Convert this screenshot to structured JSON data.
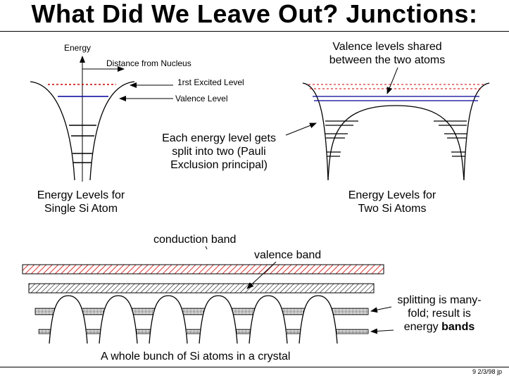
{
  "title": "What Did We Leave Out?  Junctions:",
  "single_atom": {
    "axis_energy": "Energy",
    "axis_distance": "Distance from Nucleus",
    "excited_level": "1rst Excited Level",
    "valence_level": "Valence Level",
    "caption_line1": "Energy Levels for",
    "caption_line2": "Single Si Atom"
  },
  "two_atoms": {
    "shared_line1": "Valence levels shared",
    "shared_line2": "between the two atoms",
    "split_line1": "Each energy level gets",
    "split_line2": "split into two (Pauli",
    "split_line3": "Exclusion principal)",
    "caption_line1": "Energy Levels for",
    "caption_line2": "Two Si Atoms"
  },
  "crystal": {
    "conduction_band": "conduction band",
    "valence_band": "valence band",
    "manyfold_line1": "splitting is many-",
    "manyfold_line2": "fold; result is",
    "manyfold_line3_pre": "energy ",
    "manyfold_line3_bold": "bands",
    "caption": "A whole bunch of Si atoms in a crystal"
  },
  "footer": "9   2/3/98  jp",
  "colors": {
    "excited_level": "#cc0000",
    "valence_level": "#000099",
    "conduction_hatch": "#cc0000"
  }
}
